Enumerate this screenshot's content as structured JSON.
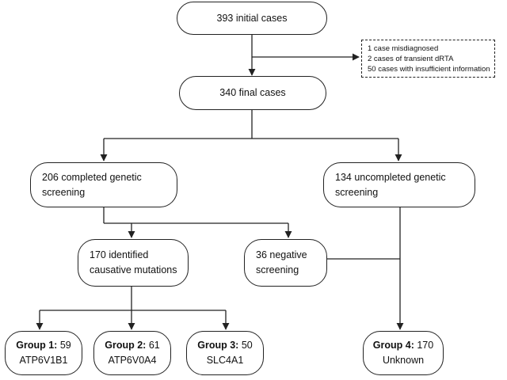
{
  "nodes": {
    "initial": {
      "text": "393 initial cases"
    },
    "final": {
      "text": "340 final cases"
    },
    "completed": {
      "line1": "206 completed genetic",
      "line2": "screening"
    },
    "uncompleted": {
      "line1": "134 uncompleted genetic",
      "line2": "screening"
    },
    "identified": {
      "line1": "170 identified",
      "line2": "causative mutations"
    },
    "negative": {
      "line1": "36 negative",
      "line2": "screening"
    },
    "group1": {
      "label": "Group 1:",
      "count": " 59",
      "gene": "ATP6V1B1"
    },
    "group2": {
      "label": "Group 2:",
      "count": " 61",
      "gene": "ATP6V0A4"
    },
    "group3": {
      "label": "Group 3:",
      "count": " 50",
      "gene": "SLC4A1"
    },
    "group4": {
      "label": "Group 4:",
      "count": " 170",
      "gene": "Unknown"
    }
  },
  "exclusions": [
    "1 case misdiagnosed",
    "2 cases of transient dRTA",
    "50 cases with insufficient information"
  ],
  "colors": {
    "stroke": "#222222",
    "background": "#ffffff"
  }
}
